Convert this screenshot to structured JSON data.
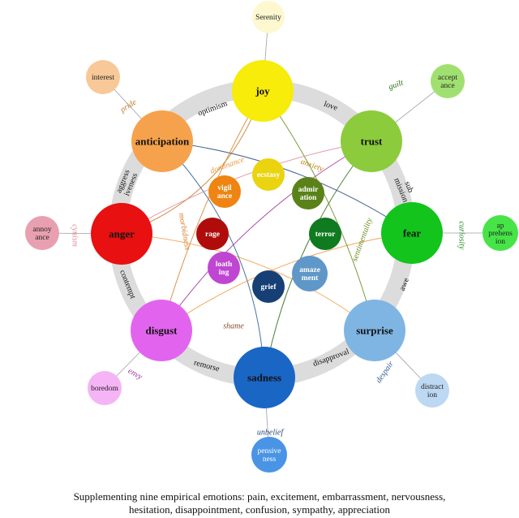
{
  "colors": {
    "ring": "#dcdcdc",
    "joy": "#f7ec0a",
    "trust": "#8ccb3c",
    "fear": "#12c41c",
    "surprise": "#7fb5e2",
    "sadness": "#1a66c4",
    "disgust": "#e264ee",
    "anger": "#e81010",
    "anticipation": "#f6a24c",
    "serenity": "#fdf8d0",
    "acceptance": "#a0e070",
    "apprehension": "#46e446",
    "distraction": "#bcd8f2",
    "pensiveness": "#4a94e6",
    "boredom": "#f5b4f6",
    "annoyance": "#e8a0b0",
    "interest": "#f8c898",
    "ecstasy": "#ead410",
    "admiration": "#5a8218",
    "terror": "#0f7a1f",
    "amazement": "#5f97c8",
    "grief": "#163f76",
    "loathing": "#bf46d2",
    "rage": "#b00c0c",
    "vigilance": "#ef8412",
    "labelDark": "#111111",
    "pride": "#c87820",
    "guilt": "#2a6a10",
    "cynism": "#e08898",
    "curiosity": "#2a8a2a",
    "envy": "#9a3098",
    "despair": "#2a5a90",
    "unbelief": "#2a4a80",
    "dominance": "#f09840",
    "anxiety": "#b88a10",
    "morbidness": "#d8802a",
    "sentimentality": "#6a8a1a",
    "shame": "#8a4a2a"
  },
  "primary": [
    {
      "key": "joy",
      "label": "joy"
    },
    {
      "key": "trust",
      "label": "trust"
    },
    {
      "key": "fear",
      "label": "fear"
    },
    {
      "key": "surprise",
      "label": "surprise"
    },
    {
      "key": "sadness",
      "label": "sadness"
    },
    {
      "key": "disgust",
      "label": "disgust"
    },
    {
      "key": "anger",
      "label": "anger"
    },
    {
      "key": "anticipation",
      "label": "anticipation"
    }
  ],
  "outer": [
    {
      "key": "serenity",
      "label": "Serenity"
    },
    {
      "key": "acceptance",
      "label": "accept\nance"
    },
    {
      "key": "apprehension",
      "label": "ap\nprehens\nion"
    },
    {
      "key": "distraction",
      "label": "distract\nion"
    },
    {
      "key": "pensiveness",
      "label": "pensive\nness"
    },
    {
      "key": "boredom",
      "label": "boredom"
    },
    {
      "key": "annoyance",
      "label": "annoy\nance"
    },
    {
      "key": "interest",
      "label": "interest"
    }
  ],
  "inner": [
    {
      "key": "ecstasy",
      "label": "ecstasy"
    },
    {
      "key": "admiration",
      "label": "admir\nation"
    },
    {
      "key": "terror",
      "label": "terror"
    },
    {
      "key": "amazement",
      "label": "amaze\nment"
    },
    {
      "key": "grief",
      "label": "grief"
    },
    {
      "key": "loathing",
      "label": "loath\ning"
    },
    {
      "key": "rage",
      "label": "rage"
    },
    {
      "key": "vigilance",
      "label": "vigil\nance"
    }
  ],
  "ring_dyads": [
    {
      "key": "love",
      "label": "love"
    },
    {
      "key": "submission",
      "label": "sub\nmission"
    },
    {
      "key": "awe",
      "label": "awe"
    },
    {
      "key": "disapproval",
      "label": "disapproval"
    },
    {
      "key": "remorse",
      "label": "remorse"
    },
    {
      "key": "contempt",
      "label": "contempt"
    },
    {
      "key": "aggressiveness",
      "label": "aggress\niveness"
    },
    {
      "key": "optimism",
      "label": "optimism"
    }
  ],
  "secondary_dyads": [
    {
      "key": "pride",
      "label": "pride"
    },
    {
      "key": "guilt",
      "label": "guilt"
    },
    {
      "key": "cynism",
      "label": "cynism"
    },
    {
      "key": "curiosity",
      "label": "curiosity"
    },
    {
      "key": "envy",
      "label": "envy"
    },
    {
      "key": "despair",
      "label": "despair"
    },
    {
      "key": "unbelief",
      "label": "unbelief"
    },
    {
      "key": "shame",
      "label": "shame"
    },
    {
      "key": "dominance",
      "label": "dominance"
    },
    {
      "key": "anxiety",
      "label": "anxiety"
    },
    {
      "key": "morbidness",
      "label": "morbidness"
    },
    {
      "key": "sentimentality",
      "label": "sentimentality"
    }
  ],
  "caption": {
    "line1": "Supplementing nine empirical emotions: pain, excitement, embarrassment, nervousness,",
    "line2": "hesitation, disappointment, confusion, sympathy, appreciation"
  }
}
